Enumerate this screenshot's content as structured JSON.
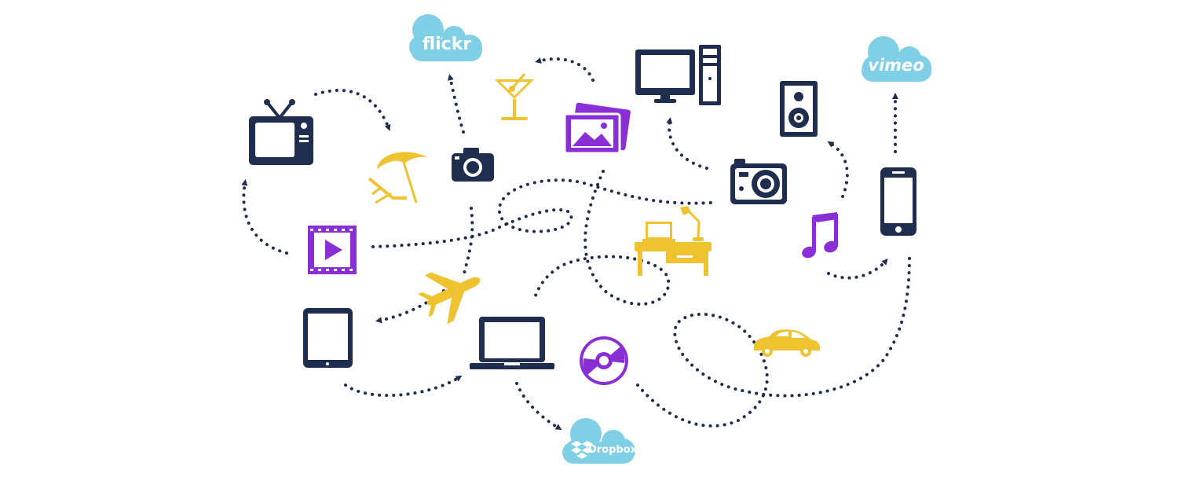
{
  "colors": {
    "navy": "#1f2d4f",
    "yellow": "#eec32f",
    "purple": "#8a2fd6",
    "cloud": "#7fd0e6",
    "background": "#ffffff"
  },
  "clouds": {
    "flickr": {
      "label": "flickr"
    },
    "vimeo": {
      "label": "vimeo"
    },
    "dropbox": {
      "label": "Dropbox"
    }
  },
  "icons": [
    "tv-icon",
    "beach-chair-icon",
    "camera-icon",
    "cocktail-icon",
    "photos-icon",
    "desktop-computer-icon",
    "speaker-icon",
    "compact-camera-icon",
    "smartphone-icon",
    "video-icon",
    "airplane-icon",
    "desk-icon",
    "music-note-icon",
    "tablet-icon",
    "laptop-icon",
    "disc-icon",
    "car-icon"
  ]
}
